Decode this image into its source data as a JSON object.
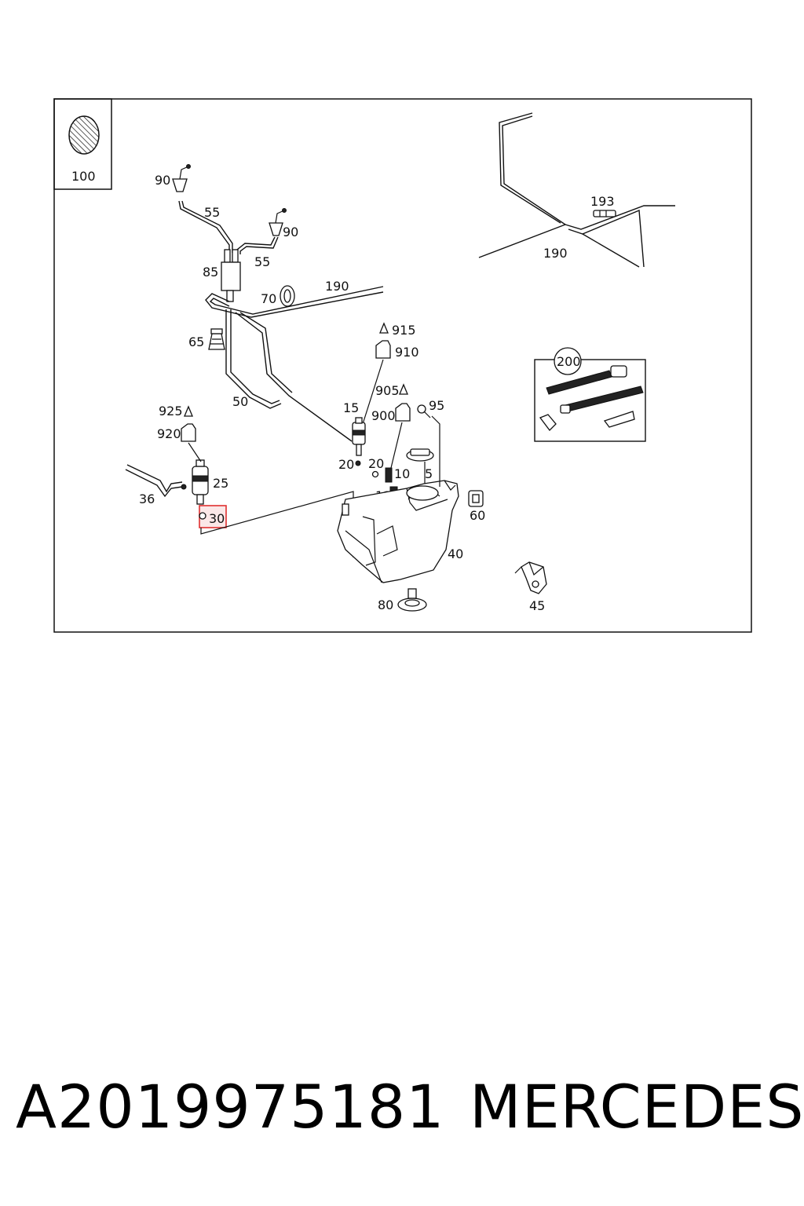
{
  "diagram": {
    "callouts": {
      "c100": "100",
      "c90a": "90",
      "c55a": "55",
      "c90b": "90",
      "c55b": "55",
      "c85": "85",
      "c70": "70",
      "c190a": "190",
      "c65": "65",
      "c50": "50",
      "c915": "915",
      "c910": "910",
      "c905": "905",
      "c95": "95",
      "c900": "900",
      "c15": "15",
      "c925": "925",
      "c920": "920",
      "c25": "25",
      "c36": "36",
      "c30": "30",
      "c20a": "20",
      "c20b": "20",
      "c10": "10",
      "c5": "5",
      "c12": "12",
      "c60": "60",
      "c40": "40",
      "c80": "80",
      "c45": "45",
      "c193": "193",
      "c190b": "190",
      "c200": "200"
    },
    "highlighted_callout": "30",
    "highlight_color": "#e03030"
  },
  "footer": {
    "part_number": "A2019975181",
    "brand": "MERCEDES"
  }
}
